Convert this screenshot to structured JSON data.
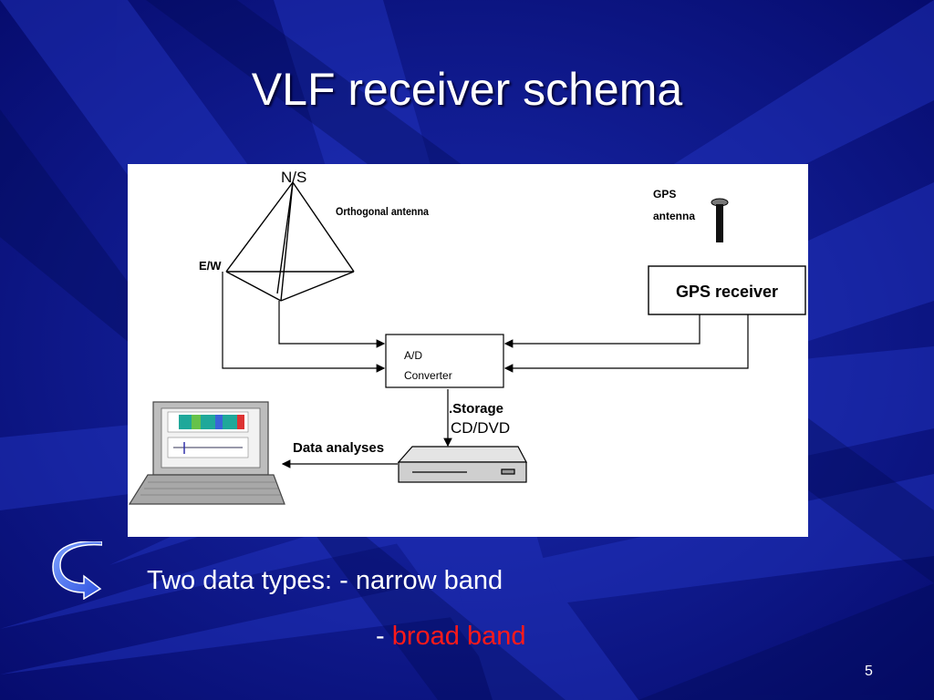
{
  "slide": {
    "title": "VLF receiver schema",
    "page_number": "5",
    "colors": {
      "background": "#0a0f8a",
      "text": "#ffffff",
      "highlight": "#ff1a1a"
    }
  },
  "diagram": {
    "label_ns": "N/S",
    "label_ew": "E/W",
    "label_orthogonal_antenna": "Orthogonal antenna",
    "label_gps": "GPS",
    "label_antenna": "antenna",
    "gps_receiver": "GPS receiver",
    "ad_line1": "A/D",
    "ad_line2": "Converter",
    "storage": ".Storage",
    "cd_dvd": "CD/DVD",
    "data_analyses": "Data analyses"
  },
  "bullets": {
    "line1": "Two data types: - narrow band",
    "line2_dash": "- ",
    "line2_red": "broad band"
  },
  "icons": {
    "bullet_arrow": "curved-arrow-icon"
  }
}
